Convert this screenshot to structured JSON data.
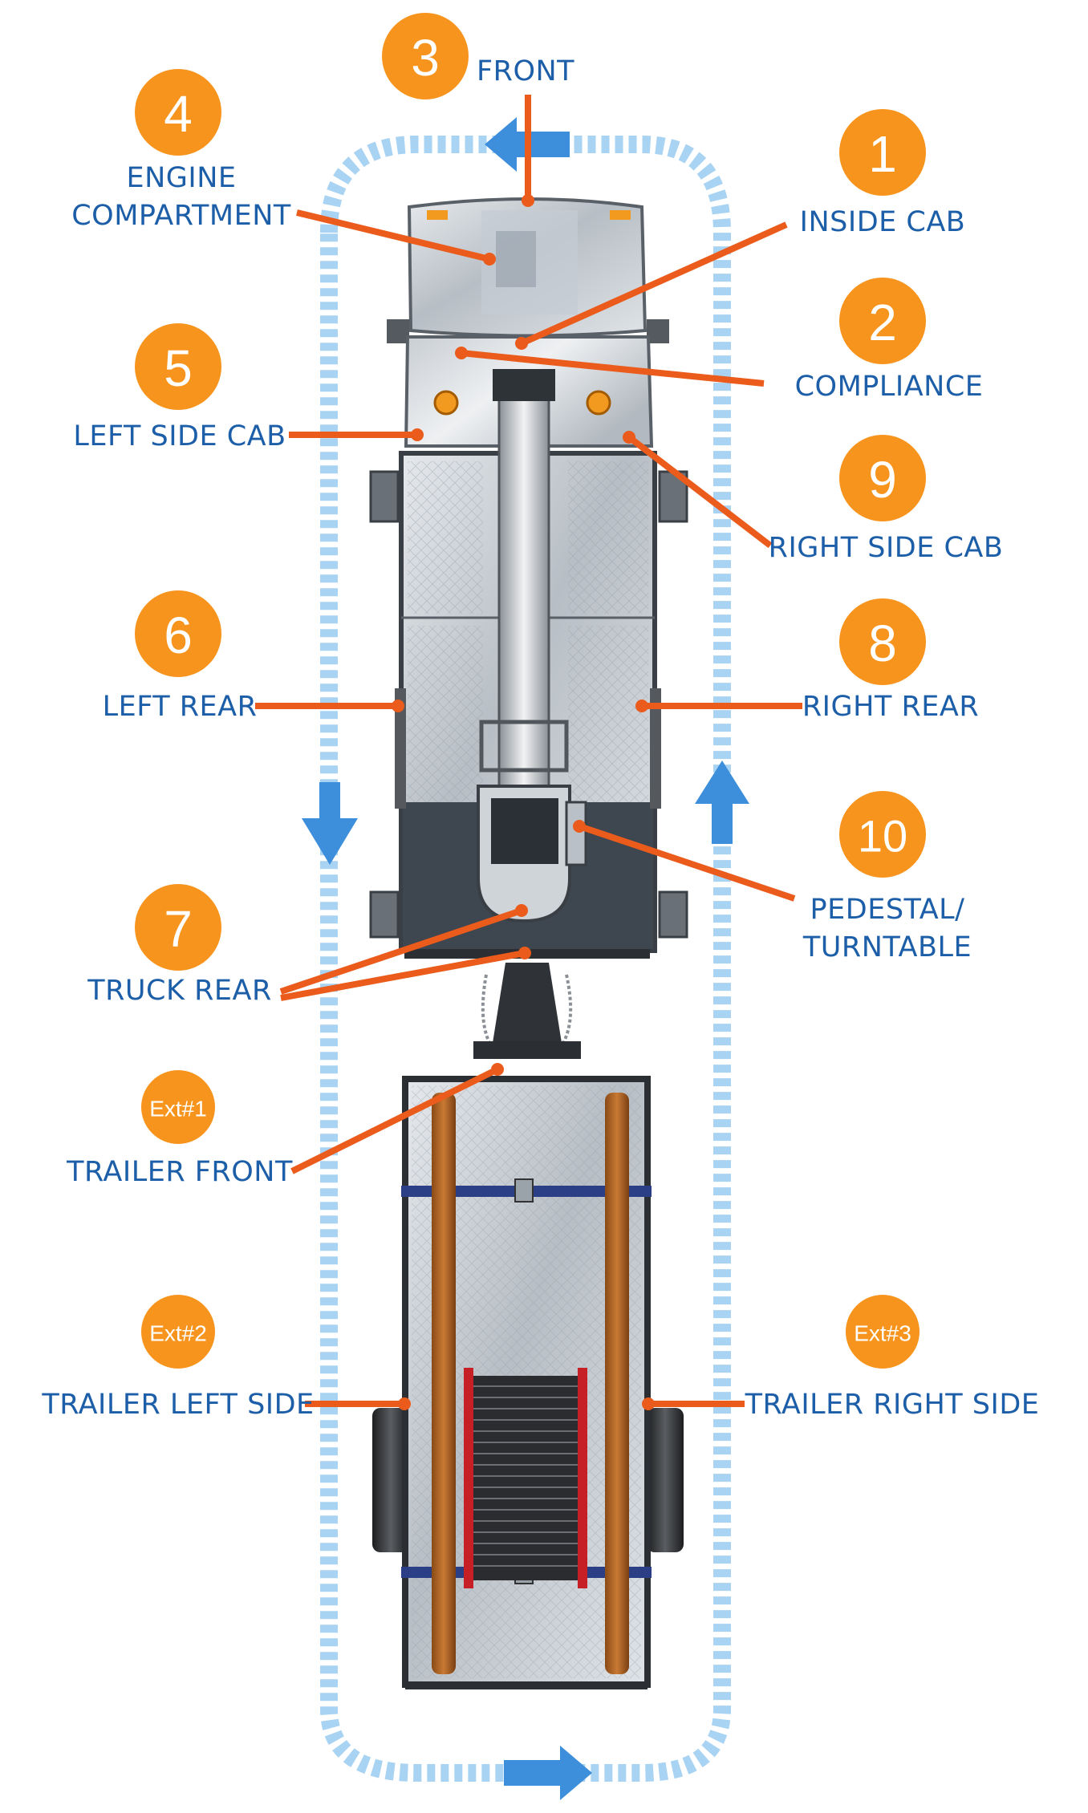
{
  "colors": {
    "badge": "#f7941d",
    "leader": "#ea5b1c",
    "label": "#1c5ea8",
    "path": "#a9d3f2",
    "arrow": "#3d8fdc"
  },
  "badges": {
    "b1": "1",
    "b2": "2",
    "b3": "3",
    "b4": "4",
    "b5": "5",
    "b6": "6",
    "b7": "7",
    "b8": "8",
    "b9": "9",
    "b10": "10",
    "ext1": "Ext#1",
    "ext2": "Ext#2",
    "ext3": "Ext#3"
  },
  "labels": {
    "front": "FRONT",
    "engine_line1": "ENGINE",
    "engine_line2": "COMPARTMENT",
    "inside_cab": "INSIDE CAB",
    "compliance": "COMPLIANCE",
    "left_side_cab": "LEFT SIDE CAB",
    "right_side_cab": "RIGHT SIDE CAB",
    "left_rear": "LEFT REAR",
    "right_rear": "RIGHT REAR",
    "pedestal_line1": "PEDESTAL/",
    "pedestal_line2": "TURNTABLE",
    "truck_rear": "TRUCK REAR",
    "trailer_front": "TRAILER FRONT",
    "trailer_left_side": "TRAILER LEFT SIDE",
    "trailer_right_side": "TRAILER RIGHT SIDE"
  }
}
